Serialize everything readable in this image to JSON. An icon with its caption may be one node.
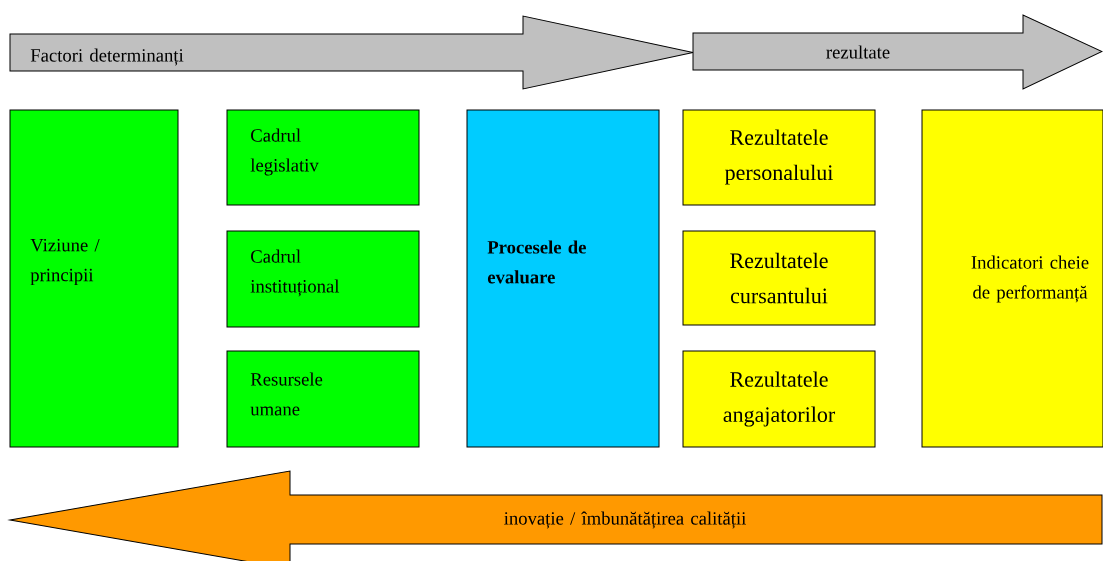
{
  "diagram": {
    "nodes": [
      {
        "text": [
          "Factori determinanți"
        ]
      },
      {
        "text": [
          "rezultate"
        ]
      },
      {
        "text": [
          "Viziune / principii"
        ]
      },
      {
        "text": [
          "Cadrul legislativ"
        ]
      },
      {
        "text": [
          "Cadrul instituțional"
        ]
      },
      {
        "text": [
          "Resursele umane"
        ]
      },
      {
        "text": [
          "Procesele de evaluare"
        ]
      },
      {
        "text": [
          "Rezultatele personalului"
        ]
      },
      {
        "text": [
          "Rezultatele cursantului"
        ]
      },
      {
        "text": [
          "Rezultatele angajatorilor"
        ]
      },
      {
        "text": [
          "Indicatori cheie de performanță"
        ]
      },
      {
        "text": [
          "inovație / îmbunătățirea calității"
        ]
      }
    ]
  }
}
